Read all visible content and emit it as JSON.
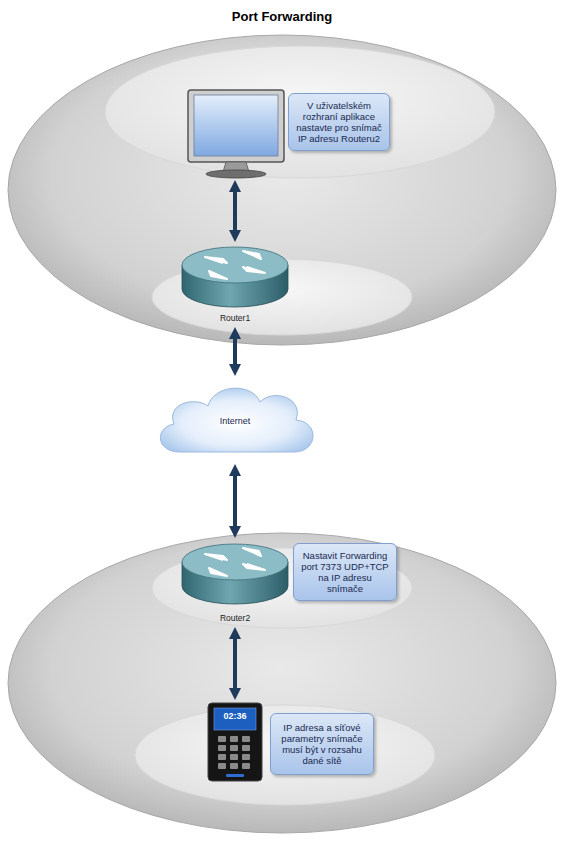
{
  "diagram": {
    "title": "Port Forwarding",
    "nodes": [
      {
        "text": [
          "V uživatelském rozhraní aplikace nastavte pro snímač IP adresu Routeru2"
        ]
      },
      {
        "text": [
          "Router1"
        ]
      },
      {
        "text": [
          "Internet"
        ]
      },
      {
        "text": [
          "Router2"
        ]
      },
      {
        "text": [
          "Nastavit Forwarding port 7373 UDP+TCP na IP adresu snímače"
        ]
      },
      {
        "text": [
          "02:36"
        ]
      },
      {
        "text": [
          "IP adresa a síťové parametry snímače musí být v rozsahu dané sítě"
        ]
      }
    ],
    "edges": [
      {
        "from": 1,
        "to": 2,
        "arrow": "both"
      },
      {
        "from": 2,
        "to": 3,
        "arrow": "both"
      },
      {
        "from": 3,
        "to": 5,
        "arrow": "both"
      }
    ]
  }
}
